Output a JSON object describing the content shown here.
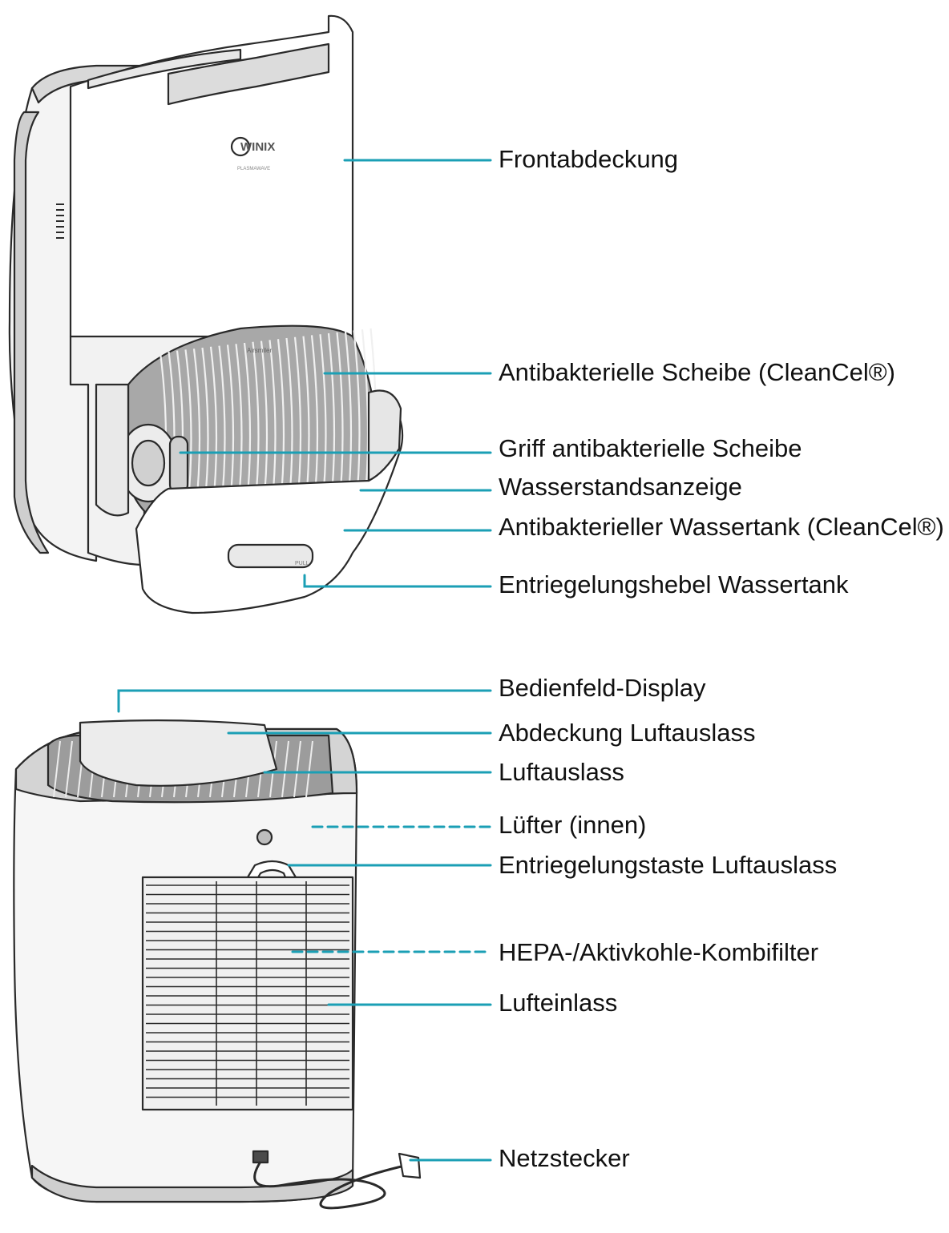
{
  "brand": {
    "logo": "WINIX",
    "sub": "PLASMAWAVE",
    "model": "Airsmiler"
  },
  "colors": {
    "leader": "#1b9fb5",
    "outline": "#2a2a2a",
    "body": "#ffffff",
    "shade": "#d9d9d9",
    "dark_shade": "#9a9a9a"
  },
  "labels": [
    {
      "id": "frontabdeckung",
      "text": "Frontabdeckung"
    },
    {
      "id": "scheibe",
      "text": "Antibakterielle Scheibe (CleanCel®)"
    },
    {
      "id": "griff",
      "text": "Griff antibakterielle Scheibe"
    },
    {
      "id": "wasserstand",
      "text": "Wasserstandsanzeige"
    },
    {
      "id": "wassertank",
      "text": "Antibakterieller Wassertank (CleanCel®)"
    },
    {
      "id": "entriegelung-tank",
      "text": "Entriegelungshebel Wassertank"
    },
    {
      "id": "bedienfeld",
      "text": "Bedienfeld-Display"
    },
    {
      "id": "abdeckung-luftauslass",
      "text": "Abdeckung Luftauslass"
    },
    {
      "id": "luftauslass",
      "text": "Luftauslass"
    },
    {
      "id": "luefter",
      "text": "Lüfter (innen)"
    },
    {
      "id": "entriegelungstaste",
      "text": "Entriegelungstaste Luftauslass"
    },
    {
      "id": "filter",
      "text": "HEPA-/Aktivkohle-Kombifilter"
    },
    {
      "id": "lufteinlass",
      "text": "Lufteinlass"
    },
    {
      "id": "netzstecker",
      "text": "Netzstecker"
    }
  ]
}
